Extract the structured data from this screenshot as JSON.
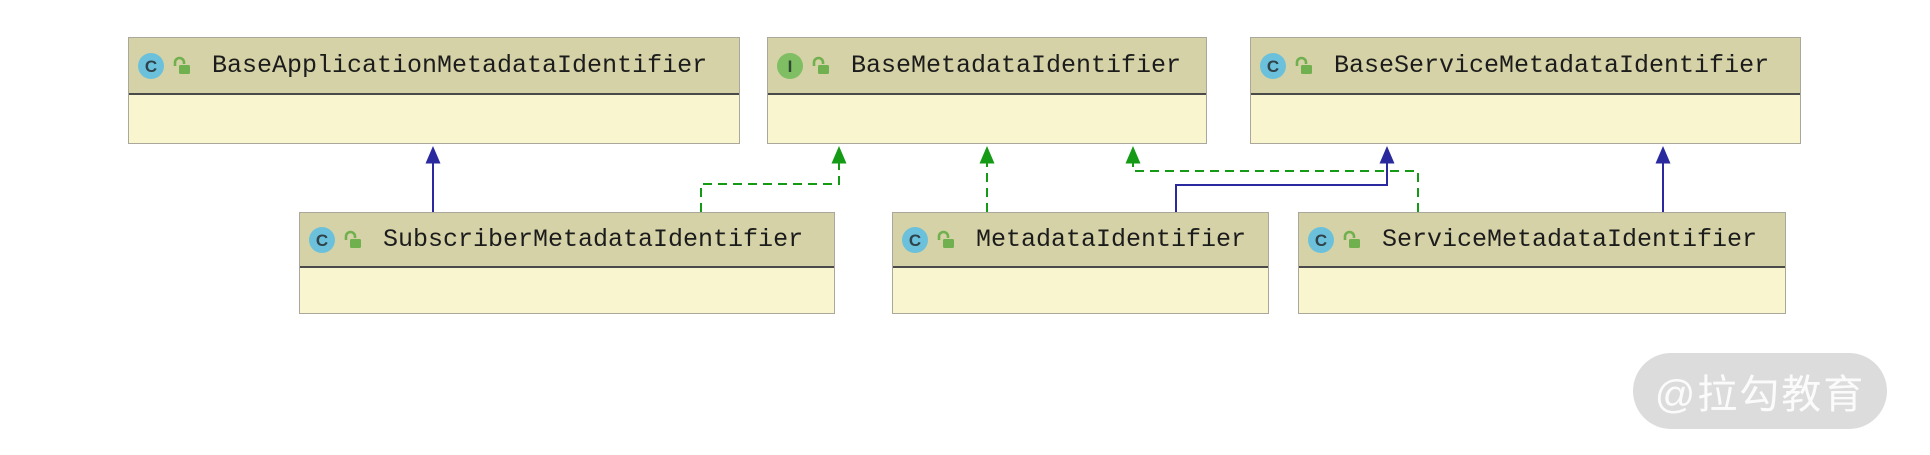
{
  "diagram": {
    "type": "uml-class-diagram",
    "nodes": [
      {
        "id": "base-application",
        "label": "BaseApplicationMetadataIdentifier",
        "kind": "class",
        "icon_letter": "C",
        "icon": "class-badge-icon",
        "visibility_icon": "unlocked-padlock",
        "compartment_text": ""
      },
      {
        "id": "base-metadata",
        "label": "BaseMetadataIdentifier",
        "kind": "interface",
        "icon_letter": "I",
        "icon": "interface-badge-icon",
        "visibility_icon": "unlocked-padlock",
        "compartment_text": ""
      },
      {
        "id": "base-service",
        "label": "BaseServiceMetadataIdentifier",
        "kind": "class",
        "icon_letter": "C",
        "icon": "class-badge-icon",
        "visibility_icon": "unlocked-padlock",
        "compartment_text": ""
      },
      {
        "id": "subscriber",
        "label": "SubscriberMetadataIdentifier",
        "kind": "class",
        "icon_letter": "C",
        "icon": "class-badge-icon",
        "visibility_icon": "unlocked-padlock",
        "compartment_text": ""
      },
      {
        "id": "metadata",
        "label": "MetadataIdentifier",
        "kind": "class",
        "icon_letter": "C",
        "icon": "class-badge-icon",
        "visibility_icon": "unlocked-padlock",
        "compartment_text": ""
      },
      {
        "id": "service",
        "label": "ServiceMetadataIdentifier",
        "kind": "class",
        "icon_letter": "C",
        "icon": "class-badge-icon",
        "visibility_icon": "unlocked-padlock",
        "compartment_text": ""
      }
    ],
    "edges": [
      {
        "from": "SubscriberMetadataIdentifier",
        "to": "BaseApplicationMetadataIdentifier",
        "relation": "extends",
        "line_style": "solid",
        "color": "#2a2a9e"
      },
      {
        "from": "SubscriberMetadataIdentifier",
        "to": "BaseMetadataIdentifier",
        "relation": "implements",
        "line_style": "dashed",
        "color": "#149a14"
      },
      {
        "from": "MetadataIdentifier",
        "to": "BaseMetadataIdentifier",
        "relation": "implements",
        "line_style": "dashed",
        "color": "#149a14"
      },
      {
        "from": "MetadataIdentifier",
        "to": "BaseServiceMetadataIdentifier",
        "relation": "extends",
        "line_style": "solid",
        "color": "#2a2a9e"
      },
      {
        "from": "ServiceMetadataIdentifier",
        "to": "BaseMetadataIdentifier",
        "relation": "implements",
        "line_style": "dashed",
        "color": "#149a14"
      },
      {
        "from": "ServiceMetadataIdentifier",
        "to": "BaseServiceMetadataIdentifier",
        "relation": "extends",
        "line_style": "solid",
        "color": "#2a2a9e"
      }
    ]
  },
  "watermark": {
    "text": "@拉勾教育"
  },
  "colors": {
    "header_fill": "#d4d2a6",
    "body_fill": "#f9f5cf",
    "node_border": "#a9a89b",
    "header_divider": "#4a4a4a",
    "extends_arrow": "#2a2a9e",
    "implements_arrow": "#149a14",
    "class_icon_bg": "#6bc1db",
    "interface_icon_bg": "#7fbe62",
    "lock_icon": "#71b04e",
    "watermark_bg": "#dcdcdc",
    "watermark_text": "#fbfbfb"
  }
}
